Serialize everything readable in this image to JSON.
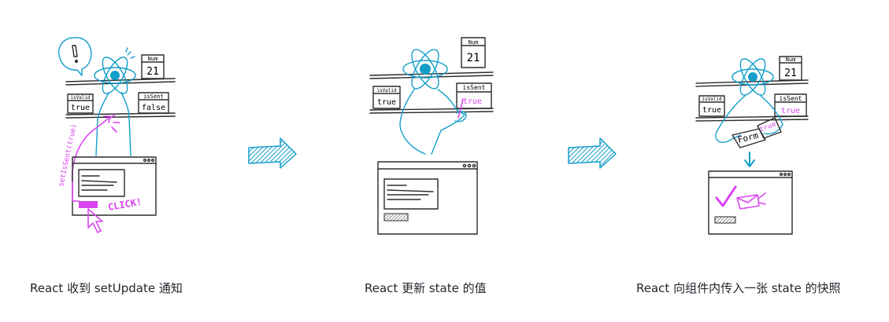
{
  "colors": {
    "react_blue": "#149eca",
    "magenta": "#d946ef",
    "ink": "#2b2b2b",
    "caption": "#23272f"
  },
  "panels": [
    {
      "num_label": "Num",
      "num_value": "21",
      "isvalid_label": "isValid",
      "isvalid_value": "true",
      "issent_label": "isSent",
      "issent_value": "false",
      "call_label": "setIsSent(true)",
      "click_label": "CLICK!",
      "alert_icon": "exclamation-icon",
      "caption": "React 收到 setUpdate 通知"
    },
    {
      "num_label": "Num",
      "num_value": "21",
      "isvalid_label": "isValid",
      "isvalid_value": "true",
      "issent_label": "isSent",
      "issent_value": "true",
      "caption": "React 更新 state 的值"
    },
    {
      "num_label": "Num",
      "num_value": "21",
      "isvalid_label": "isValid",
      "isvalid_value": "true",
      "issent_label": "isSent",
      "issent_value": "true",
      "form_label": "Form",
      "form_tag": "true",
      "check_icon": "checkmark-icon",
      "caption": "React 向组件内传入一张 state 的快照"
    }
  ],
  "arrows": [
    "right-arrow-icon",
    "right-arrow-icon"
  ]
}
